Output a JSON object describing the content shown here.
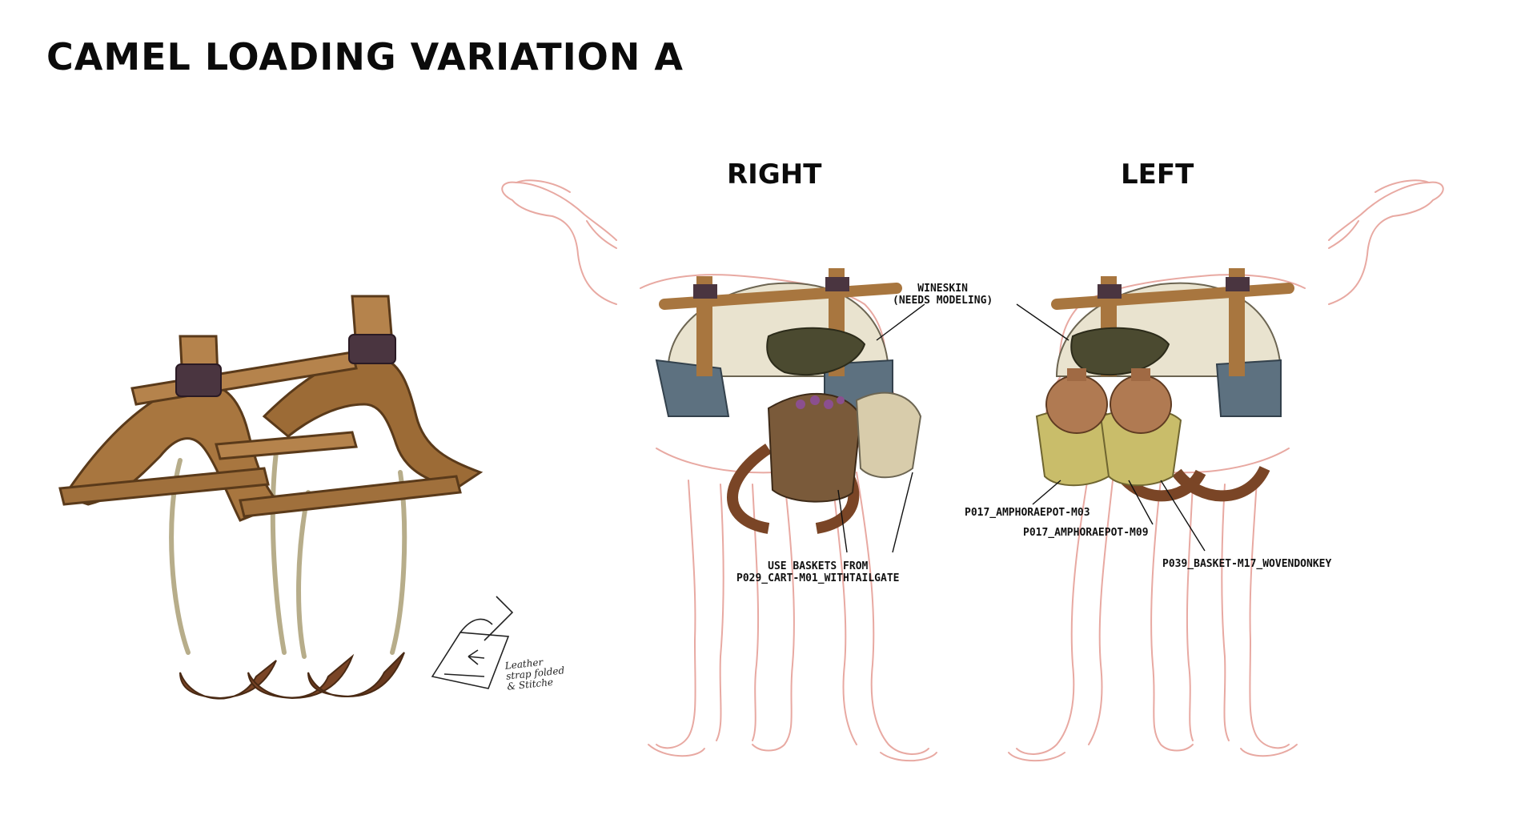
{
  "sheet": {
    "title": "CAMEL LOADING VARIATION A",
    "views": {
      "right": {
        "label": "RIGHT"
      },
      "left": {
        "label": "LEFT"
      }
    },
    "callouts": {
      "wineskin": [
        "WINESKIN",
        "(NEEDS MODELING)"
      ],
      "baskets": [
        "USE BASKETS FROM",
        "P029_CART-M01_WITHTAILGATE"
      ],
      "amphora_1": "P017_AMPHORAEPOT-M03",
      "amphora_2": "P017_AMPHORAEPOT-M09",
      "basket_woven": "P039_BASKET-M17_WOVENDONKEY"
    },
    "sketch_note": [
      "Leather",
      "strap folded",
      "& Stitche"
    ]
  },
  "colors": {
    "camel_outline": "#e8a9a2",
    "wood": "#a8763f",
    "wood_dark": "#6e4a24",
    "rope": "#b7ad8a",
    "leather": "#7a4526",
    "cloth": "#e9e3cf",
    "fringe": "#5d7180",
    "wineskin": "#4b4a30",
    "basket_woven": "#c9bd6a",
    "amphora": "#b07a52"
  }
}
